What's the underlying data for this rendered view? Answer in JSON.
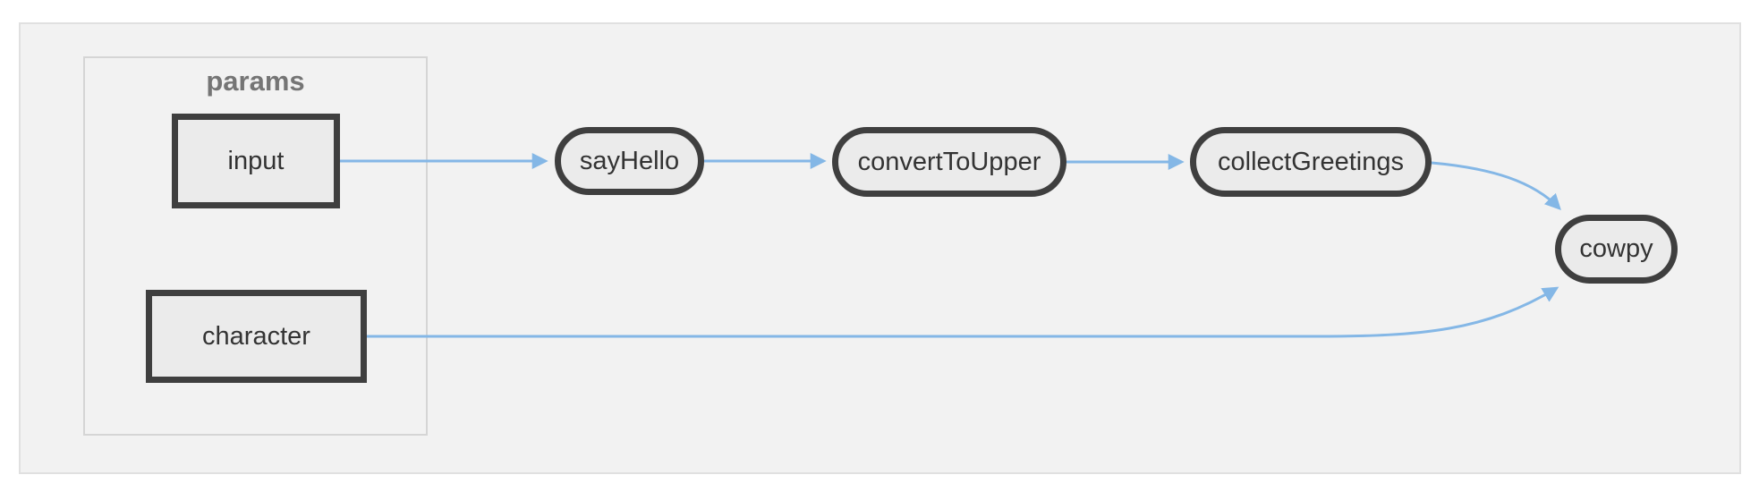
{
  "diagram": {
    "type": "flowchart",
    "direction": "left-to-right",
    "group_params": {
      "label": "params"
    },
    "nodes": {
      "input": {
        "label": "input",
        "shape": "rect",
        "group": "params"
      },
      "character": {
        "label": "character",
        "shape": "rect",
        "group": "params"
      },
      "sayHello": {
        "label": "sayHello",
        "shape": "stadium",
        "group": null
      },
      "convertToUpper": {
        "label": "convertToUpper",
        "shape": "stadium",
        "group": null
      },
      "collectGreetings": {
        "label": "collectGreetings",
        "shape": "stadium",
        "group": null
      },
      "cowpy": {
        "label": "cowpy",
        "shape": "stadium",
        "group": null
      }
    },
    "edges": [
      {
        "from": "input",
        "to": "sayHello"
      },
      {
        "from": "sayHello",
        "to": "convertToUpper"
      },
      {
        "from": "convertToUpper",
        "to": "collectGreetings"
      },
      {
        "from": "collectGreetings",
        "to": "cowpy"
      },
      {
        "from": "character",
        "to": "cowpy"
      }
    ],
    "colors": {
      "edge_blue": "#84b7e6",
      "node_border": "#3f3f3f",
      "node_fill": "#ebebeb",
      "node_text": "#333333",
      "panel_fill": "#f2f2f2",
      "panel_border": "#e0e0e0",
      "group_border": "#d5d5d5",
      "group_label_text": "#757575",
      "page_background": "#ffffff"
    }
  }
}
